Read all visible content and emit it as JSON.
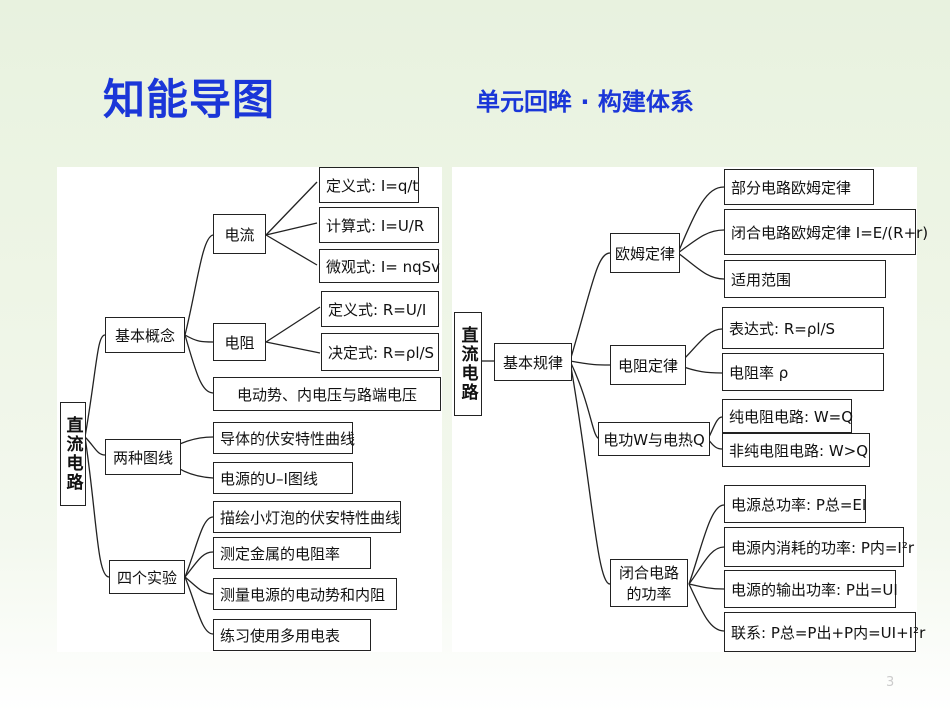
{
  "header": {
    "title": "知能导图",
    "subtitle": "单元回眸 · 构建体系"
  },
  "left": {
    "root": "直流电路",
    "concepts": {
      "label": "基本概念",
      "current": {
        "label": "电流",
        "items": [
          "定义式: I=q/t",
          "计算式: I=U/R",
          "微观式: I= nqSv"
        ]
      },
      "resistance": {
        "label": "电阻",
        "items": [
          "定义式: R=U/I",
          "决定式: R=ρl/S"
        ]
      },
      "emf": "电动势、内电压与路端电压"
    },
    "graphs": {
      "label": "两种图线",
      "items": [
        "导体的伏安特性曲线",
        "电源的U–I图线"
      ]
    },
    "experiments": {
      "label": "四个实验",
      "items": [
        "描绘小灯泡的伏安特性曲线",
        "测定金属的电阻率",
        "测量电源的电动势和内阻",
        "练习使用多用电表"
      ]
    }
  },
  "right": {
    "root": "直流电路",
    "laws": {
      "label": "基本规律",
      "ohm": {
        "label": "欧姆定律",
        "items": [
          "部分电路欧姆定律",
          "闭合电路欧姆定律 I=E/(R+r)",
          "适用范围"
        ]
      },
      "resist": {
        "label": "电阻定律",
        "items": [
          "表达式: R=ρl/S",
          "电阻率 ρ"
        ]
      },
      "work": {
        "label": "电功W与电热Q",
        "items": [
          "纯电阻电路: W=Q",
          "非纯电阻电路: W>Q"
        ]
      },
      "power": {
        "label": "闭合电路的功率",
        "items": [
          "电源总功率: P总=EI",
          "电源内消耗的功率: P内=I²r",
          "电源的输出功率: P出=UI",
          "联系: P总=P出+P内=UI+I²r"
        ]
      }
    }
  },
  "page_number": "3"
}
